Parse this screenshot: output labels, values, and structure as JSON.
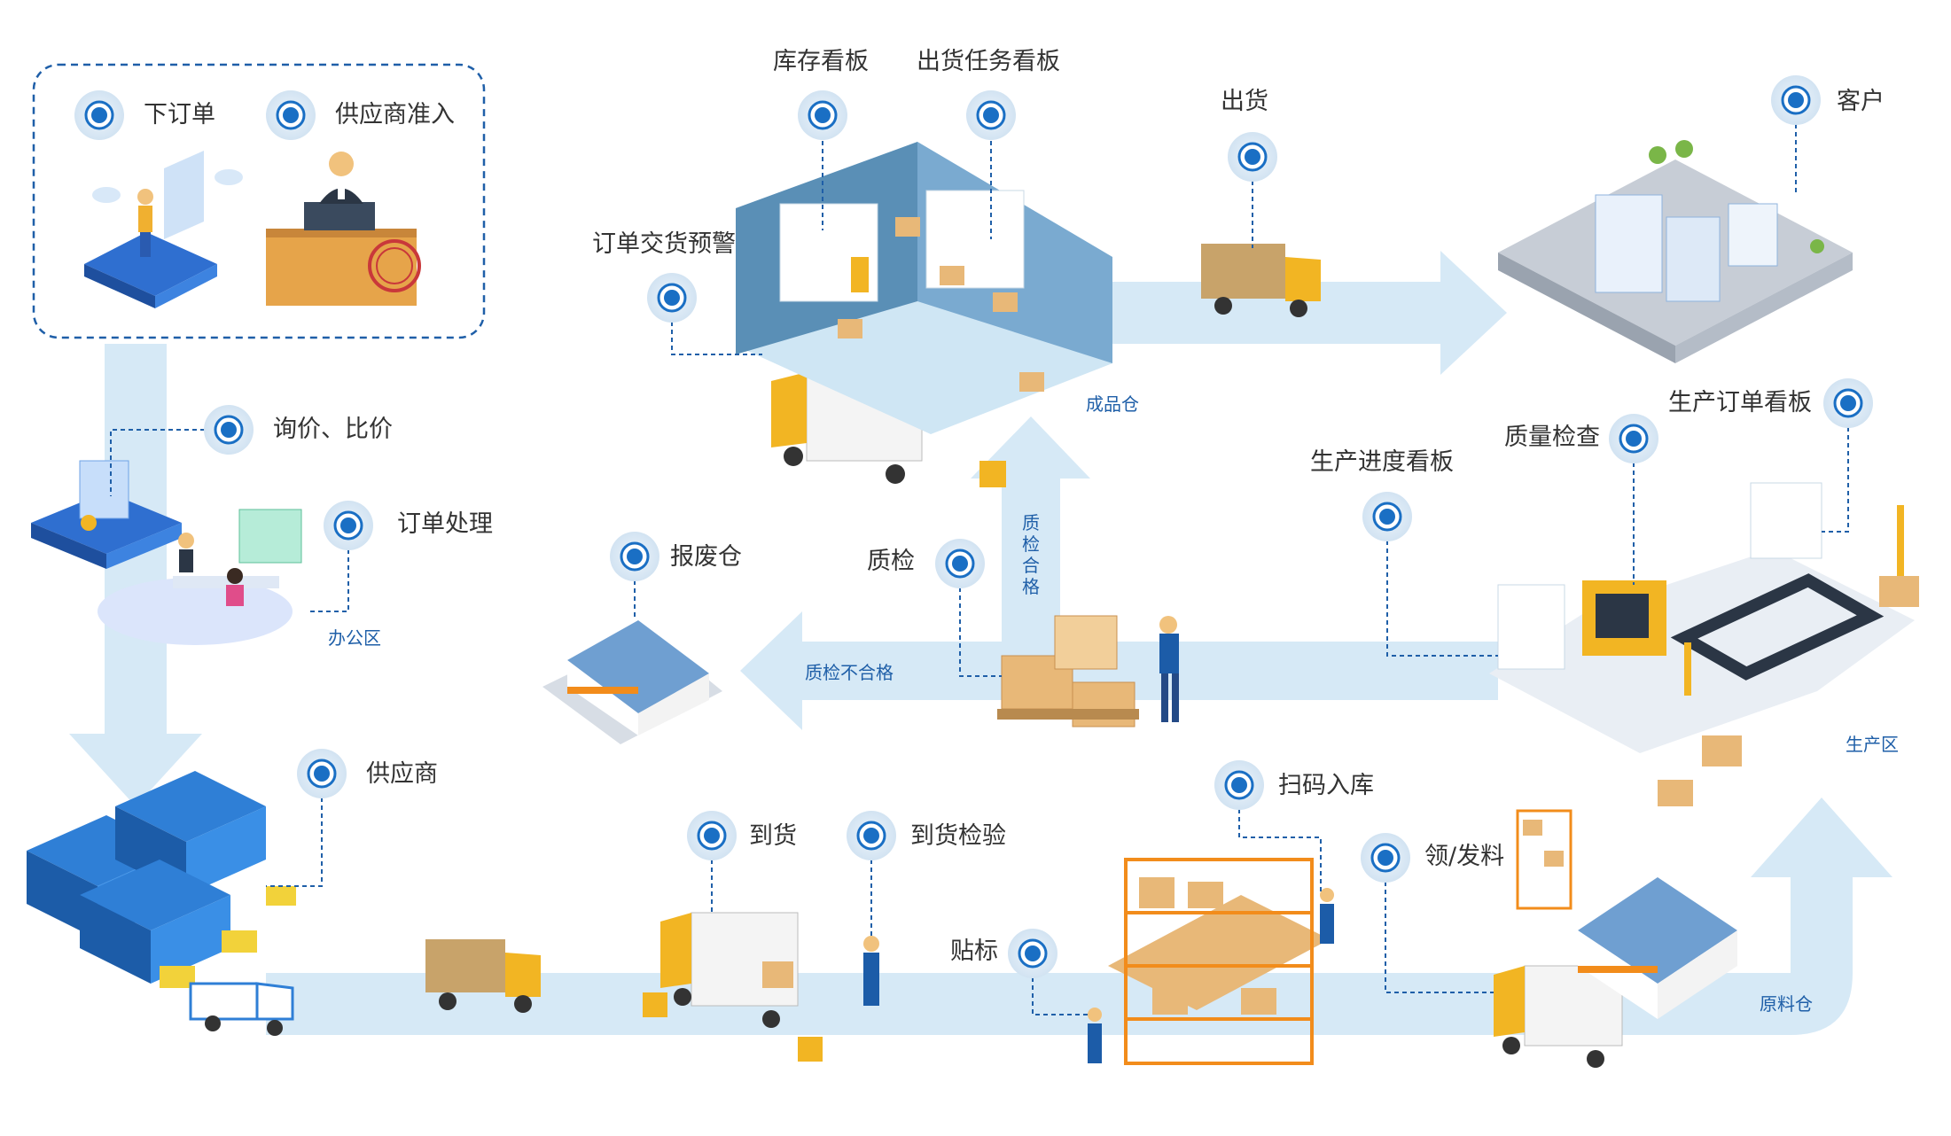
{
  "title": "",
  "colors": {
    "flow_arrow": "#d6e9f6",
    "node_blue": "#1a6fc4",
    "node_halo": "#d7e6f3",
    "dashed_line": "#1f5fa8",
    "box": "#e8b878",
    "truck_cab": "#f2b523",
    "truck_box": "#f4f4f4"
  },
  "office_box": {
    "items": [
      {
        "label": "下订单",
        "icon": "order-person-icon"
      },
      {
        "label": "供应商准入",
        "icon": "supplier-admission-icon"
      }
    ]
  },
  "nodes": [
    {
      "id": "inquiry",
      "label": "询价、比价"
    },
    {
      "id": "order_processing",
      "label": "订单处理"
    },
    {
      "id": "inventory_board",
      "label": "库存看板"
    },
    {
      "id": "shipping_task_board",
      "label": "出货任务看板"
    },
    {
      "id": "delivery_warning",
      "label": "订单交货预警"
    },
    {
      "id": "shipping",
      "label": "出货"
    },
    {
      "id": "customer",
      "label": "客户"
    },
    {
      "id": "scrap_warehouse",
      "label": "报废仓"
    },
    {
      "id": "quality_check",
      "label": "质检"
    },
    {
      "id": "production_progress_board",
      "label": "生产进度看板"
    },
    {
      "id": "quality_inspection",
      "label": "质量检查"
    },
    {
      "id": "production_order_board",
      "label": "生产订单看板"
    },
    {
      "id": "supplier",
      "label": "供应商"
    },
    {
      "id": "arrival",
      "label": "到货"
    },
    {
      "id": "arrival_inspection",
      "label": "到货检验"
    },
    {
      "id": "labeling",
      "label": "贴标"
    },
    {
      "id": "scan_inbound",
      "label": "扫码入库"
    },
    {
      "id": "material_issue",
      "label": "领/发料"
    }
  ],
  "zones": {
    "office": "办公区",
    "finished_goods": "成品仓",
    "production": "生产区",
    "raw_material": "原料仓"
  },
  "flow_labels": {
    "qc_pass": "质检合格",
    "qc_fail": "质检不合格"
  }
}
